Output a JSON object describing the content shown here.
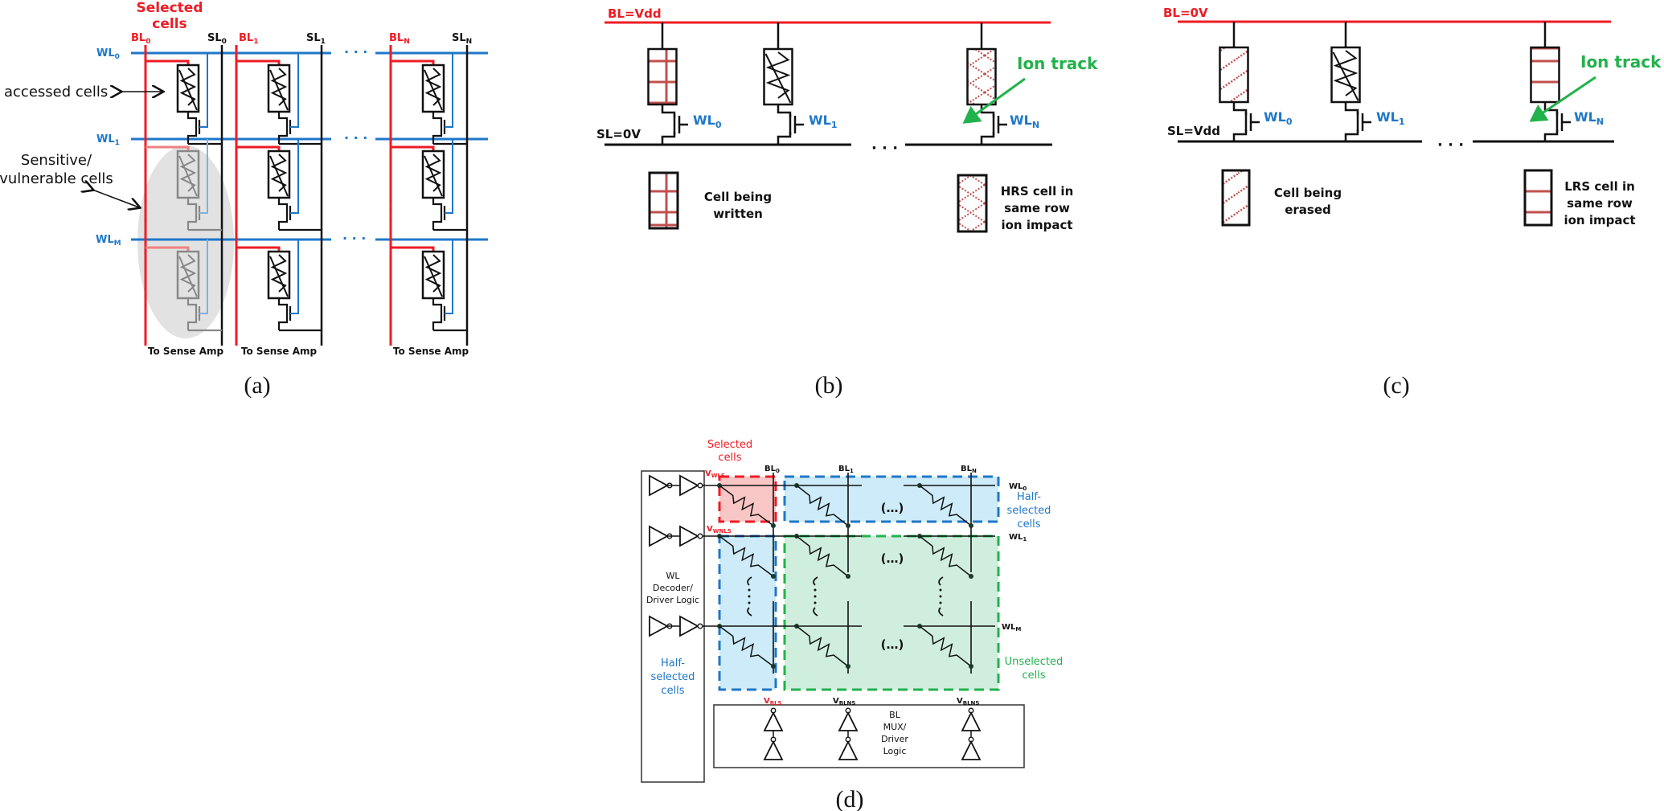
{
  "colors": {
    "bitline": "#ee1c24",
    "wordline": "#1f77c9",
    "ion_track": "#22b24c",
    "wire": "#111111",
    "pattern": "#c0504d",
    "selected_fill": "#f9c6c6",
    "half_selected_fill": "#cdebf8",
    "unselected_fill": "#cfeedd",
    "vulnerable_shade": "#dddddd"
  },
  "panel_a": {
    "caption": "(a)",
    "selected_label_1": "Selected",
    "selected_label_2": "cells",
    "accessed_label": "accessed cells",
    "sensitive_label_1": "Sensitive/",
    "sensitive_label_2": "vulnerable cells",
    "bitlines": [
      "BL",
      "BL",
      "BL"
    ],
    "bitline_subs": [
      "0",
      "1",
      "N"
    ],
    "sourcelines": [
      "SL",
      "SL",
      "SL"
    ],
    "sourceline_subs": [
      "0",
      "1",
      "N"
    ],
    "wordlines": [
      "WL",
      "WL",
      "WL"
    ],
    "wordline_subs": [
      "0",
      "1",
      "M"
    ],
    "sense_amp_labels": [
      "To Sense Amp",
      "To Sense Amp",
      "To Sense Amp"
    ],
    "ellipsis": "· · ·"
  },
  "panel_b": {
    "caption": "(b)",
    "bl_label": "BL=Vdd",
    "sl_label": "SL=0V",
    "wl_labels": [
      "WL",
      "WL",
      "WL"
    ],
    "wl_subs": [
      "0",
      "1",
      "N"
    ],
    "ion_track": "Ion track",
    "ellipsis": "· · ·",
    "legend_left_1": "Cell being",
    "legend_left_2": "written",
    "legend_right_1": "HRS cell in",
    "legend_right_2": "same row",
    "legend_right_3": "ion impact"
  },
  "panel_c": {
    "caption": "(c)",
    "bl_label": "BL=0V",
    "sl_label": "SL=Vdd",
    "wl_labels": [
      "WL",
      "WL",
      "WL"
    ],
    "wl_subs": [
      "0",
      "1",
      "N"
    ],
    "ion_track": "Ion track",
    "ellipsis": "· · ·",
    "legend_left_1": "Cell being",
    "legend_left_2": "erased",
    "legend_right_1": "LRS cell in",
    "legend_right_2": "same row",
    "legend_right_3": "ion impact"
  },
  "panel_d": {
    "caption": "(d)",
    "selected_label_1": "Selected",
    "selected_label_2": "cells",
    "v_wls": "V",
    "v_wls_sub": "WLS",
    "v_wnls": "V",
    "v_wnls_sub": "WNLS",
    "bitlines": [
      "BL",
      "BL",
      "BL"
    ],
    "bitline_subs": [
      "0",
      "1",
      "N"
    ],
    "wordlines": [
      "WL",
      "WL",
      "WL"
    ],
    "wordline_subs": [
      "0",
      "1",
      "M"
    ],
    "half_selected_right_1": "Half-",
    "half_selected_right_2": "selected",
    "half_selected_right_3": "cells",
    "half_selected_left_1": "Half-",
    "half_selected_left_2": "selected",
    "half_selected_left_3": "cells",
    "unselected_1": "Unselected",
    "unselected_2": "cells",
    "wl_decoder_1": "WL",
    "wl_decoder_2": "Decoder/",
    "wl_decoder_3": "Driver Logic",
    "bl_mux_1": "BL",
    "bl_mux_2": "MUX/",
    "bl_mux_3": "Driver",
    "bl_mux_4": "Logic",
    "v_bls": "V",
    "v_bls_sub": "BLS",
    "v_blns": [
      "V",
      "V"
    ],
    "v_blns_sub": "BLNS",
    "ellipsis_h": "(…)"
  }
}
